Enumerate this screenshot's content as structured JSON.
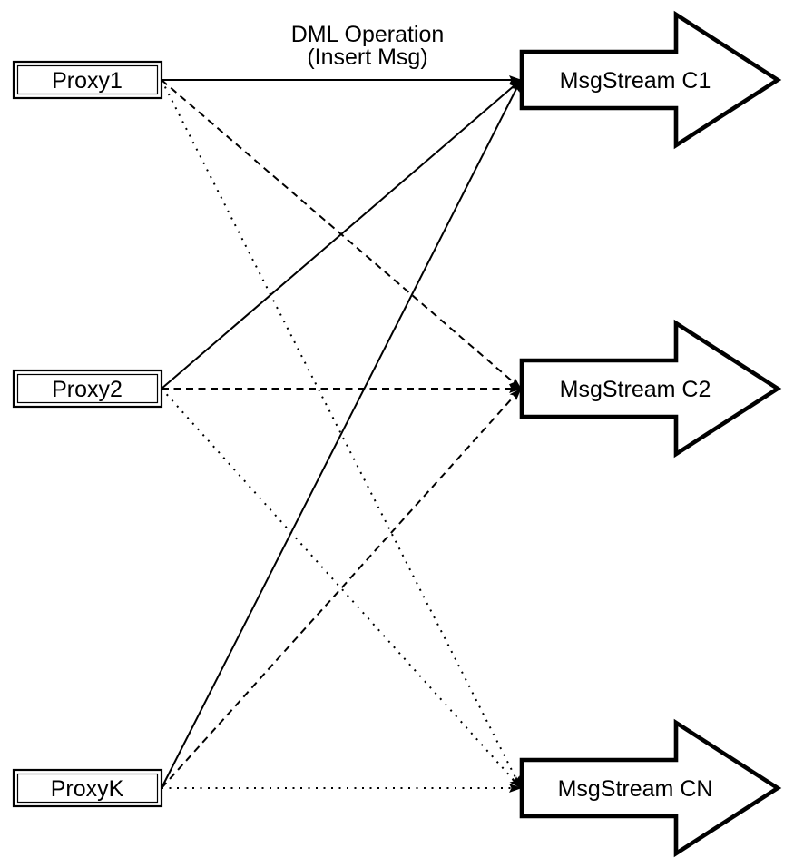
{
  "diagram": {
    "annotation": {
      "line1": "DML Operation",
      "line2": "(Insert Msg)"
    },
    "proxies": [
      {
        "id": "proxy1",
        "label": "Proxy1"
      },
      {
        "id": "proxy2",
        "label": "Proxy2"
      },
      {
        "id": "proxyK",
        "label": "ProxyK"
      }
    ],
    "streams": [
      {
        "id": "c1",
        "label": "MsgStream C1"
      },
      {
        "id": "c2",
        "label": "MsgStream C2"
      },
      {
        "id": "cn",
        "label": "MsgStream CN"
      }
    ],
    "connections": [
      {
        "from": "proxy1",
        "to": "c1",
        "style": "solid"
      },
      {
        "from": "proxy1",
        "to": "c2",
        "style": "dashed"
      },
      {
        "from": "proxy1",
        "to": "cn",
        "style": "dotted"
      },
      {
        "from": "proxy2",
        "to": "c1",
        "style": "solid"
      },
      {
        "from": "proxy2",
        "to": "c2",
        "style": "dashed"
      },
      {
        "from": "proxy2",
        "to": "cn",
        "style": "dotted"
      },
      {
        "from": "proxyK",
        "to": "c1",
        "style": "solid"
      },
      {
        "from": "proxyK",
        "to": "c2",
        "style": "dashed"
      },
      {
        "from": "proxyK",
        "to": "cn",
        "style": "dotted"
      }
    ],
    "colors": {
      "stroke": "#000000",
      "fill": "#ffffff",
      "background": "#ffffff"
    }
  }
}
